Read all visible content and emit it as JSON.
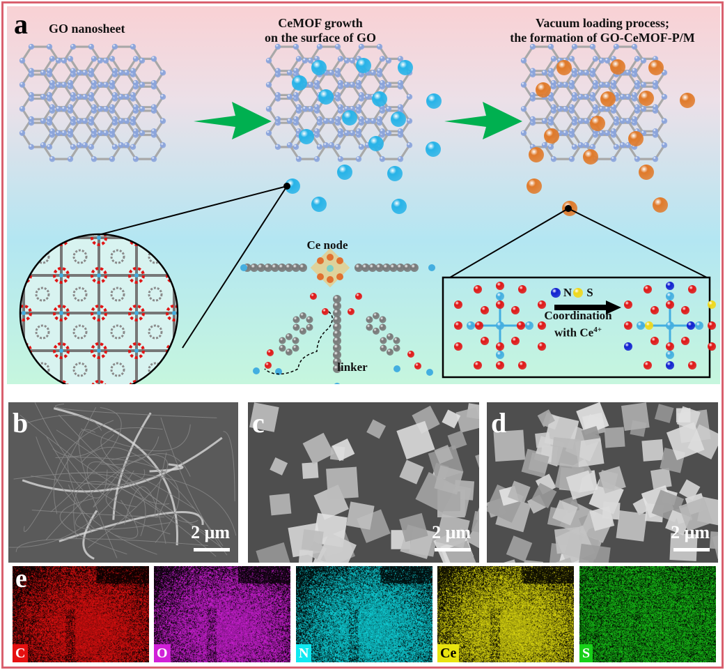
{
  "panel_a": {
    "label": "a",
    "step1_title": "GO nanosheet",
    "step2_title_line1": "CeMOF growth",
    "step2_title_line2": "on the surface of GO",
    "step3_title_line1": "Vacuum loading process;",
    "step3_title_line2": "the formation of GO-CeMOF-P/M",
    "ce_node_label": "Ce node",
    "linker_label": "linker",
    "legend_n": "N",
    "legend_s": "S",
    "coordination_line1": "Coordination",
    "coordination_line2": "with Ce",
    "coordination_superscript": "4+",
    "colors": {
      "arrow_green": "#00b050",
      "graphene_node": "#8aa4dc",
      "graphene_bond": "#a8a8a8",
      "cemof_sphere": "#27b3e8",
      "loaded_sphere": "#e07a2a",
      "oxygen": "#e01515",
      "cerium": "#43aee0",
      "nitrogen": "#1020d0",
      "sulfur": "#f0d81a"
    }
  },
  "sem_panels": [
    {
      "label": "b",
      "scale": "2 μm"
    },
    {
      "label": "c",
      "scale": "2 μm"
    },
    {
      "label": "d",
      "scale": "2 μm"
    }
  ],
  "eds_panel": {
    "label": "e",
    "maps": [
      {
        "element": "C",
        "color": "#e51010"
      },
      {
        "element": "O",
        "color": "#d020d8"
      },
      {
        "element": "N",
        "color": "#10d8e0"
      },
      {
        "element": "Ce",
        "color": "#e4e010"
      },
      {
        "element": "S",
        "color": "#18c818"
      }
    ]
  }
}
